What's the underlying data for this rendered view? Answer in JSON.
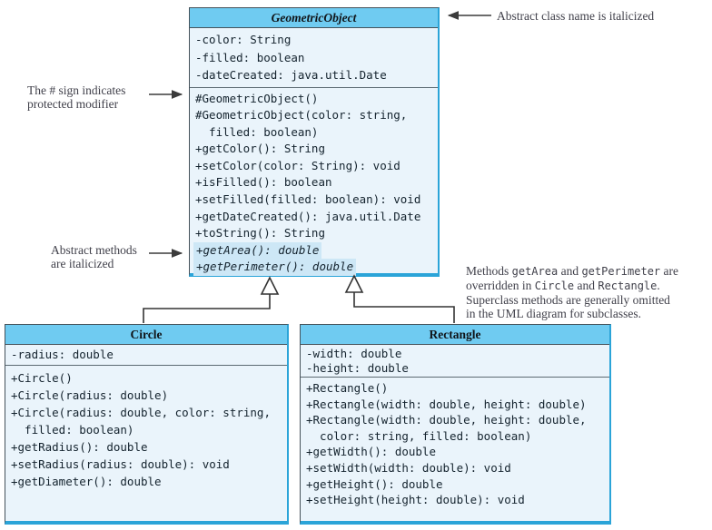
{
  "colors": {
    "header_fill": "#6fcbf1",
    "body_fill": "#eaf4fb",
    "highlight_fill": "#cde7f6",
    "accent_blue_border": "#2ba4d8",
    "dark_border": "#45525a",
    "code_text": "#14232e",
    "annotation_text": "#41414b"
  },
  "go": {
    "title": "GeometricObject",
    "fields": [
      "-color: String",
      "-filled: boolean",
      "-dateCreated: java.util.Date"
    ],
    "methods": [
      "#GeometricObject()",
      "#GeometricObject(color: string,",
      "  filled: boolean)",
      "+getColor(): String",
      "+setColor(color: String): void",
      "+isFilled(): boolean",
      "+setFilled(filled: boolean): void",
      "+getDateCreated(): java.util.Date",
      "+toString(): String",
      "+getArea(): double",
      "+getPerimeter(): double"
    ]
  },
  "circle": {
    "title": "Circle",
    "fields": [
      "-radius: double"
    ],
    "methods": [
      "+Circle()",
      "+Circle(radius: double)",
      "+Circle(radius: double, color: string,",
      "  filled: boolean)",
      "+getRadius(): double",
      "+setRadius(radius: double): void",
      "+getDiameter(): double"
    ]
  },
  "rectangle": {
    "title": "Rectangle",
    "fields": [
      "-width: double",
      "-height: double"
    ],
    "methods": [
      "+Rectangle()",
      "+Rectangle(width: double, height: double)",
      "+Rectangle(width: double, height: double,",
      "  color: string, filled: boolean)",
      "+getWidth(): double",
      "+setWidth(width: double): void",
      "+getHeight(): double",
      "+setHeight(height: double): void"
    ]
  },
  "annotations": {
    "protected_note": {
      "line1": "The # sign indicates",
      "line2": "protected modifier"
    },
    "abstract_methods_note": {
      "line1": "Abstract methods",
      "line2": "are italicized"
    },
    "abstract_class_note": "Abstract class name is italicized",
    "override_note": {
      "l1a": "Methods ",
      "l1b": "getArea",
      "l1c": " and ",
      "l1d": "getPerimeter",
      "l1e": " are",
      "l2a": "overridden in ",
      "l2b": "Circle",
      "l2c": " and ",
      "l2d": "Rectangle",
      "l2e": ".",
      "l3": "Superclass methods are generally omitted",
      "l4": "in the UML diagram for subclasses."
    }
  }
}
